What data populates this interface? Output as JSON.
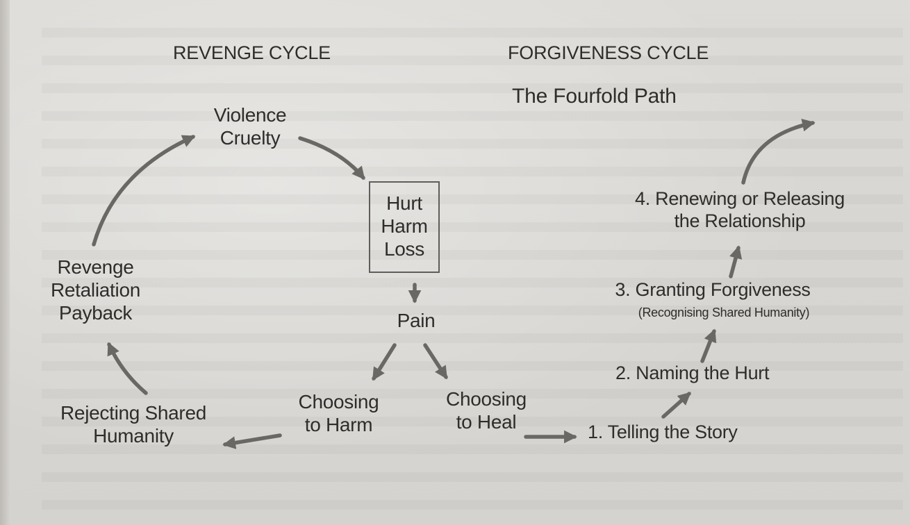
{
  "revenge_cycle": {
    "heading": "REVENGE CYCLE",
    "violence": [
      "Violence",
      "Cruelty"
    ],
    "hurt_box": [
      "Hurt",
      "Harm",
      "Loss"
    ],
    "pain": "Pain",
    "choosing_to_harm": [
      "Choosing",
      "to Harm"
    ],
    "choosing_to_heal": [
      "Choosing",
      "to Heal"
    ],
    "rejecting": [
      "Rejecting Shared",
      "Humanity"
    ],
    "revenge": [
      "Revenge",
      "Retaliation",
      "Payback"
    ]
  },
  "forgiveness_cycle": {
    "heading": "FORGIVENESS CYCLE",
    "subheading": "The Fourfold Path",
    "steps": [
      {
        "lines": [
          "1. Telling the Story"
        ]
      },
      {
        "lines": [
          "2. Naming the Hurt"
        ]
      },
      {
        "lines": [
          "3. Granting Forgiveness"
        ],
        "note": "(Recognising Shared Humanity)"
      },
      {
        "lines": [
          "4. Renewing or Releasing",
          "the Relationship"
        ]
      }
    ]
  },
  "colors": {
    "text": "#2e2d2b",
    "arrow": "#6a6865",
    "box_border": "#5f5d5a",
    "paper": "#dcdad6"
  }
}
